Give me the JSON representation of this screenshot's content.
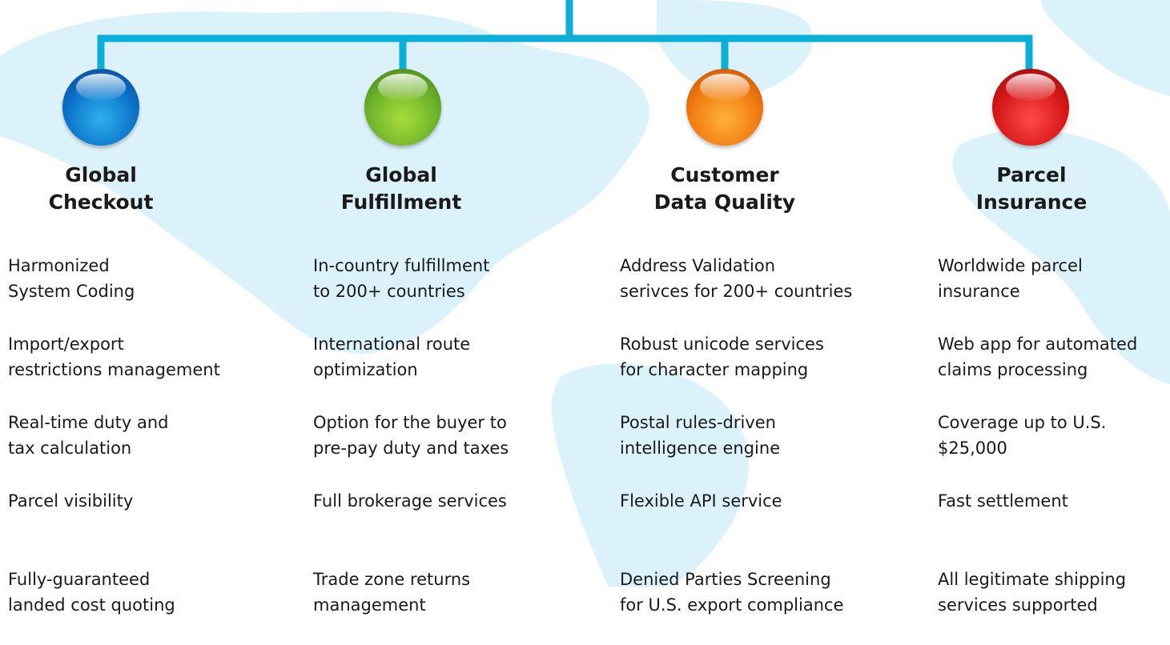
{
  "colors": {
    "connector": "#0aaed8",
    "map_land": "#dcf2fb",
    "text": "#1a1a1a"
  },
  "columns": [
    {
      "id": "global-checkout",
      "orb_color": "blue",
      "heading": [
        "Global",
        "Checkout"
      ],
      "features": [
        [
          "Harmonized",
          "System Coding"
        ],
        [
          "Import/export",
          "restrictions management"
        ],
        [
          "Real-time duty and",
          "tax calculation"
        ],
        [
          "Parcel visibility"
        ],
        [
          "Fully-guaranteed",
          "landed cost quoting"
        ]
      ]
    },
    {
      "id": "global-fulfillment",
      "orb_color": "green",
      "heading": [
        "Global",
        "Fulfillment"
      ],
      "features": [
        [
          "In-country fulfillment",
          "to 200+ countries"
        ],
        [
          "International route",
          "optimization"
        ],
        [
          "Option for the buyer to",
          "pre-pay duty and taxes"
        ],
        [
          "Full brokerage services"
        ],
        [
          "Trade zone returns",
          "management"
        ]
      ]
    },
    {
      "id": "customer-data-quality",
      "orb_color": "orange",
      "heading": [
        "Customer",
        "Data Quality"
      ],
      "features": [
        [
          "Address Validation",
          "serivces for 200+ countries"
        ],
        [
          "Robust unicode services",
          "for character mapping"
        ],
        [
          "Postal rules-driven",
          "intelligence engine"
        ],
        [
          "Flexible API service"
        ],
        [
          "Denied Parties Screening",
          "for U.S. export compliance"
        ]
      ]
    },
    {
      "id": "parcel-insurance",
      "orb_color": "red",
      "heading": [
        "Parcel",
        "Insurance"
      ],
      "features": [
        [
          "Worldwide parcel",
          "insurance"
        ],
        [
          "Web app for automated",
          "claims processing"
        ],
        [
          "Coverage up to U.S.",
          "$25,000"
        ],
        [
          "Fast settlement"
        ],
        [
          "All legitimate shipping",
          "services supported"
        ]
      ]
    }
  ]
}
